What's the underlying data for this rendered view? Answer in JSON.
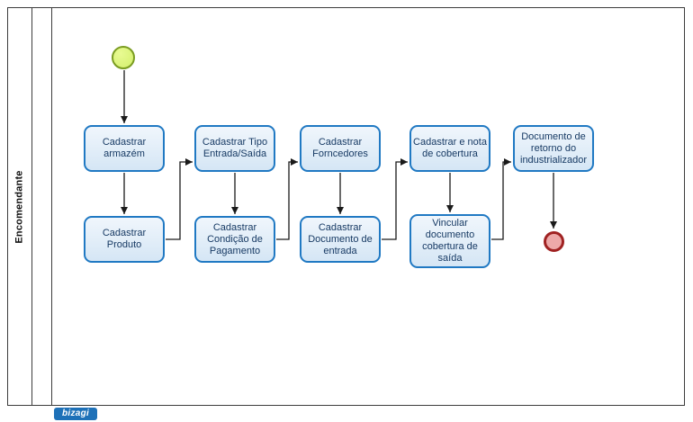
{
  "diagram": {
    "pool_label": "Encomendante",
    "tasks": [
      {
        "label": "Cadastrar armazém"
      },
      {
        "label": "Cadastrar Tipo Entrada/Saída"
      },
      {
        "label": "Cadastrar Forncedores"
      },
      {
        "label": "Cadastrar e nota de cobertura"
      },
      {
        "label": "Documento de retorno do industrializador"
      },
      {
        "label": "Cadastrar Produto"
      },
      {
        "label": "Cadastrar Condição de Pagamento"
      },
      {
        "label": "Cadastrar Documento de entrada"
      },
      {
        "label": "Vincular documento cobertura de saída"
      }
    ],
    "events": [
      {
        "name": "start-event",
        "fill": "#d3ef6d",
        "border": "#7a9c21"
      },
      {
        "name": "end-event",
        "fill": "#eda9a9",
        "border": "#a02222"
      }
    ],
    "flows": [
      {
        "from": "start",
        "to": "Cadastrar armazém"
      },
      {
        "from": "Cadastrar armazém",
        "to": "Cadastrar Produto"
      },
      {
        "from": "Cadastrar Produto",
        "to": "Cadastrar Tipo Entrada/Saída"
      },
      {
        "from": "Cadastrar Tipo Entrada/Saída",
        "to": "Cadastrar Condição de Pagamento"
      },
      {
        "from": "Cadastrar Condição de Pagamento",
        "to": "Cadastrar Forncedores"
      },
      {
        "from": "Cadastrar Forncedores",
        "to": "Cadastrar Documento de entrada"
      },
      {
        "from": "Cadastrar Documento de entrada",
        "to": "Cadastrar e nota de cobertura"
      },
      {
        "from": "Cadastrar e nota de cobertura",
        "to": "Vincular documento cobertura de saída"
      },
      {
        "from": "Vincular documento cobertura de saída",
        "to": "Documento de retorno do industrializador"
      },
      {
        "from": "Documento de retorno do industrializador",
        "to": "end"
      }
    ],
    "colors": {
      "task_fill": "#e8f1fa",
      "task_border": "#2079c3",
      "start_fill": "#d3ef6d",
      "start_border": "#7a9c21",
      "end_fill": "#eda9a9",
      "end_border": "#a02222",
      "connector": "#1a1a1a",
      "pool_border": "#3c3c3c"
    }
  },
  "watermark": {
    "label": "bizagi"
  }
}
